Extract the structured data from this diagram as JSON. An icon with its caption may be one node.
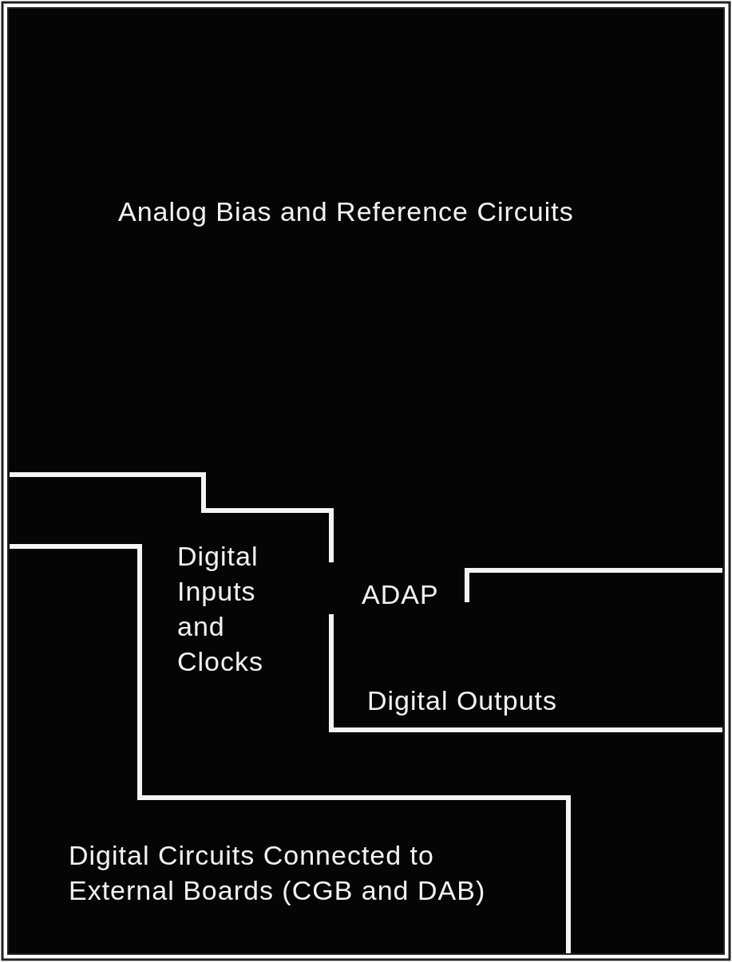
{
  "diagram": {
    "labels": [
      "Analog Bias and Reference Circuits",
      "Digital Inputs and Clocks",
      "ADAP",
      "Digital Outputs",
      "Digital Circuits Connected to External Boards (CGB and DAB)"
    ]
  }
}
